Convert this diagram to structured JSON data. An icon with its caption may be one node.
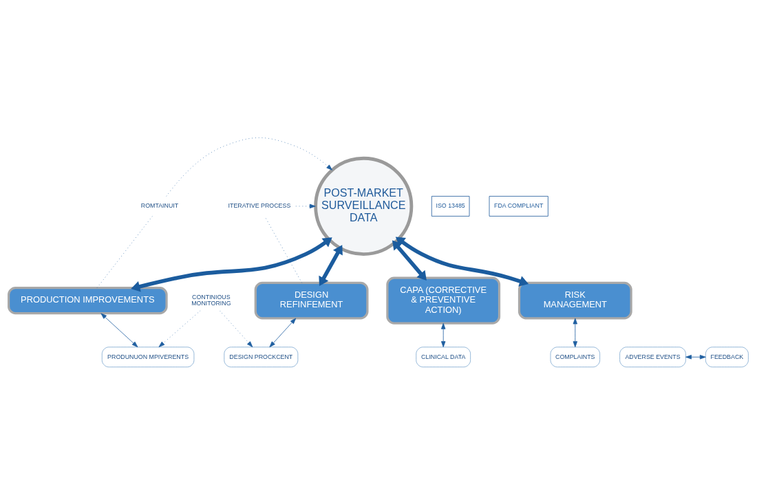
{
  "diagram": {
    "nodes": [
      {
        "text": [
          "POST-MARKET SURVEILLANCE DATA"
        ]
      },
      {
        "text": [
          "RISK MANAGEMENT"
        ]
      },
      {
        "text": [
          "CAPA (CORRECTIVE & PREVENTIVE ACTION)"
        ]
      },
      {
        "text": [
          "PRODUCTION IMPROVEMENTS"
        ]
      },
      {
        "text": [
          "DESIGN REFINFEMENT"
        ]
      },
      {
        "text": [
          "COMPLAINTS"
        ]
      },
      {
        "text": [
          "ADVERSE EVENTS"
        ]
      },
      {
        "text": [
          "FEEDBACK"
        ]
      },
      {
        "text": [
          "CLINICAL DATA"
        ]
      },
      {
        "text": [
          "PRODUNUON MPIVERENTS"
        ]
      },
      {
        "text": [
          "DESIGN PROCKCENT"
        ]
      },
      {
        "text": [
          "ROMTAINUIT"
        ]
      },
      {
        "text": [
          "ITERATIVE PROCESS"
        ]
      },
      {
        "text": [
          "CONTINIOUS MONITORING"
        ]
      },
      {
        "text": [
          "ISO 13485"
        ]
      },
      {
        "text": [
          "FDA COMPLIANT"
        ]
      }
    ],
    "edges": [
      {
        "from": 0,
        "to": 1,
        "arrow": "both",
        "style": "thick"
      },
      {
        "from": 0,
        "to": 2,
        "arrow": "both",
        "style": "thick"
      },
      {
        "from": 0,
        "to": 3,
        "arrow": "both",
        "style": "thick"
      },
      {
        "from": 0,
        "to": 4,
        "arrow": "both",
        "style": "thick"
      },
      {
        "from": 1,
        "to": 5,
        "arrow": "both"
      },
      {
        "from": 6,
        "to": 7,
        "arrow": "both"
      },
      {
        "from": 2,
        "to": 8,
        "arrow": "both"
      },
      {
        "from": 3,
        "to": 9,
        "arrow": "both"
      },
      {
        "from": 4,
        "to": 10,
        "arrow": "both"
      },
      {
        "from": 3,
        "to": 11,
        "arrow": "none",
        "style": "dashed"
      },
      {
        "from": 11,
        "to": 0,
        "arrow": "to",
        "style": "dashed"
      },
      {
        "from": 4,
        "to": 12,
        "arrow": "none",
        "style": "dashed"
      },
      {
        "from": 12,
        "to": 0,
        "arrow": "to",
        "style": "dashed"
      },
      {
        "from": 13,
        "to": 9,
        "arrow": "to",
        "style": "dashed"
      },
      {
        "from": 13,
        "to": 10,
        "arrow": "to",
        "style": "dashed"
      }
    ]
  }
}
